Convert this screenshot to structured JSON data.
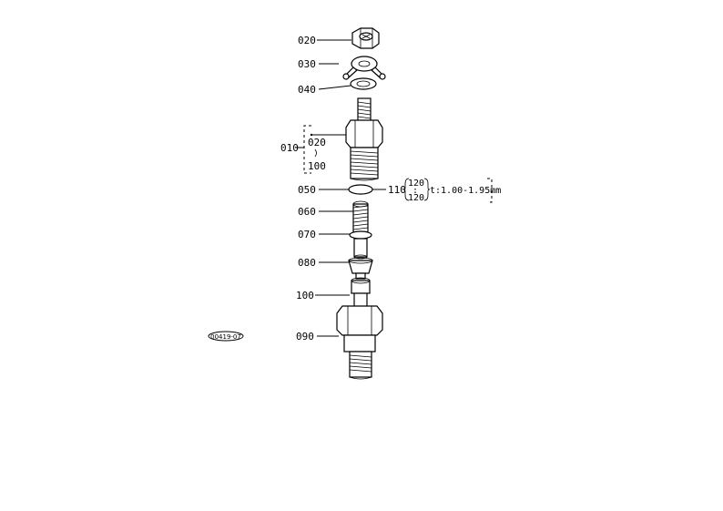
{
  "labels": {
    "p020_top": "020",
    "p030": "030",
    "p040": "040",
    "p010": "010",
    "p010_sub020": "020",
    "p010_sub100": "100",
    "p050": "050",
    "p110": "110",
    "p110_a": "120",
    "p110_b": "120",
    "spec": "t:1.00-1.95mm",
    "p060": "060",
    "p070": "070",
    "p080": "080",
    "p100": "100",
    "p090": "090",
    "drawing_id": "00419-07"
  }
}
